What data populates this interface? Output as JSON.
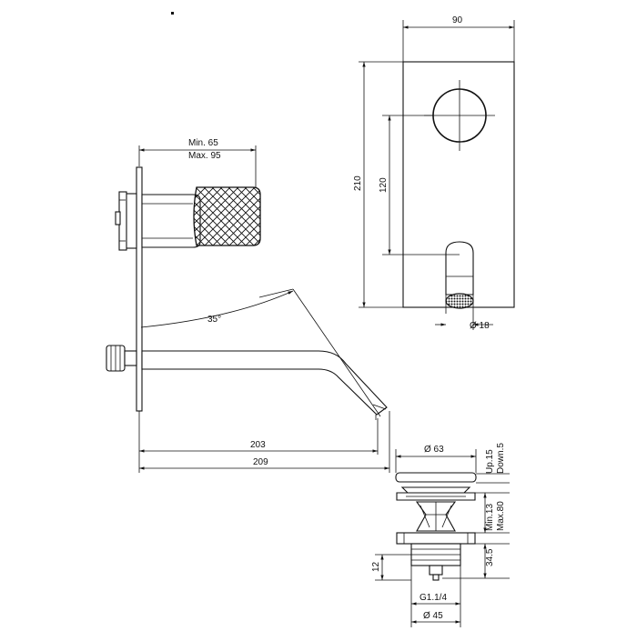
{
  "dimensions": {
    "side_depth_min": "Min. 65",
    "side_depth_max": "Max. 95",
    "handle_angle": "35°",
    "spout_reach": "203",
    "overall_length": "209",
    "plate_width": "90",
    "plate_height": "210",
    "axis_distance": "120",
    "spout_diameter": "Ø 18",
    "cap_diameter": "Ø 63",
    "cap_up": "Up.15",
    "cap_down": "Down.5",
    "body_min": "Min.13",
    "body_max": "Max.80",
    "body_height": "34.5",
    "thread_height": "12",
    "thread_size": "G1.1/4",
    "base_diameter": "Ø 45"
  }
}
